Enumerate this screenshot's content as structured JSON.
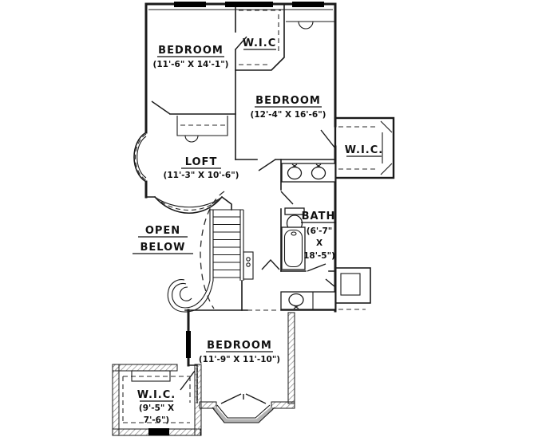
{
  "drawing": {
    "colors": {
      "background": "#ffffff",
      "line": "#000000",
      "hatch": "#8a8a8a"
    }
  },
  "rooms": {
    "bedroom_top": {
      "name": "BEDROOM",
      "dims": "(11'-6\" X 14'-1\")"
    },
    "wic_top": {
      "name": "W.I.C"
    },
    "bedroom_mid": {
      "name": "BEDROOM",
      "dims": "(12'-4\" X 16'-6\")"
    },
    "wic_right": {
      "name": "W.I.C."
    },
    "loft": {
      "name": "LOFT",
      "dims": "(11'-3\" X 10'-6\")"
    },
    "open_below": {
      "line1": "OPEN",
      "line2": "BELOW"
    },
    "bath": {
      "name": "BATH",
      "dim1": "(6'-7\"",
      "dim2": "X",
      "dim3": "18'-5\")"
    },
    "bedroom_bottom": {
      "name": "BEDROOM",
      "dims": "(11'-9\" X 11'-10\")"
    },
    "wic_bottom": {
      "name": "W.I.C.",
      "dim1": "(9'-5\" X",
      "dim2": "7'-6\")"
    }
  }
}
